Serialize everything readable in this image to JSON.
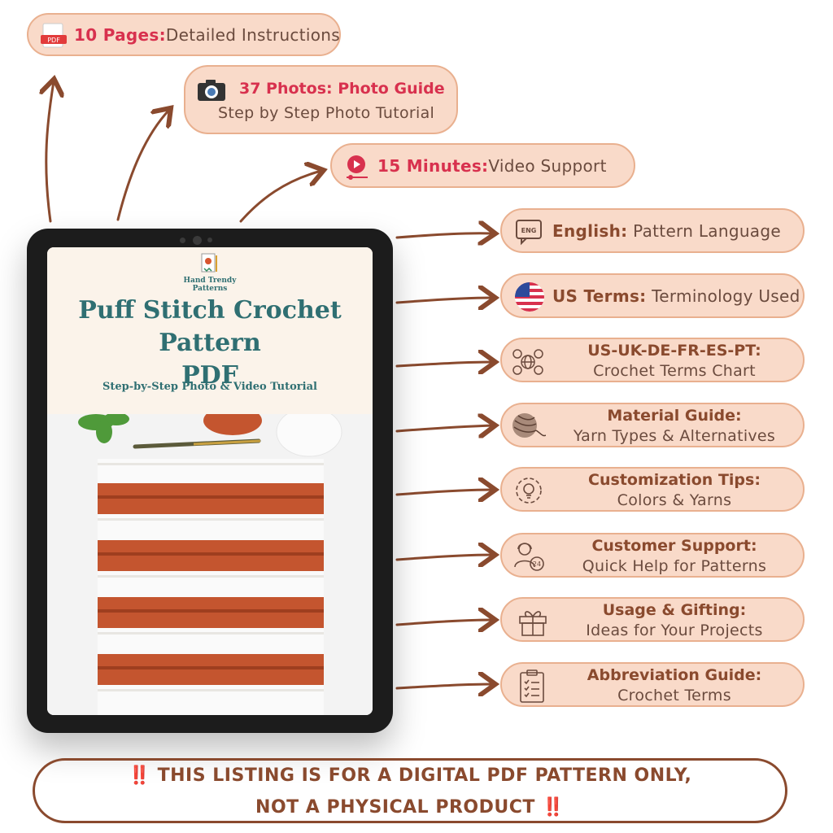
{
  "top_features": [
    {
      "bold": "10 Pages:",
      "text": "Detailed Instructions",
      "icon": "pdf-icon",
      "icon_label": "PDF"
    },
    {
      "bold": "37 Photos: Photo Guide",
      "text": "Step by Step Photo Tutorial",
      "icon": "camera-icon"
    },
    {
      "bold": "15 Minutes:",
      "text": "Video Support",
      "icon": "video-play-icon"
    }
  ],
  "features": [
    {
      "bold": "English:",
      "text": "Pattern Language",
      "icon": "language-icon",
      "icon_label": "ENG"
    },
    {
      "bold": "US Terms:",
      "text": "Terminology Used",
      "icon": "us-flag-icon"
    },
    {
      "title": "US-UK-DE-FR-ES-PT:",
      "subtitle": "Crochet Terms Chart",
      "icon": "globe-languages-icon"
    },
    {
      "title": "Material Guide:",
      "subtitle": "Yarn Types & Alternatives",
      "icon": "yarn-ball-icon"
    },
    {
      "title": "Customization Tips:",
      "subtitle": "Colors & Yarns",
      "icon": "lightbulb-gear-icon"
    },
    {
      "title": "Customer Support:",
      "subtitle": "Quick Help for Patterns",
      "icon": "support-24-icon",
      "icon_label": "24"
    },
    {
      "title": "Usage & Gifting:",
      "subtitle": "Ideas for Your Projects",
      "icon": "gift-icon"
    },
    {
      "title": "Abbreviation Guide:",
      "subtitle": "Crochet Terms",
      "icon": "clipboard-list-icon"
    }
  ],
  "cover": {
    "brand_line1": "Hand Trendy",
    "brand_line2": "Patterns",
    "title_line1": "Puff Stitch Crochet Pattern",
    "title_line2": "PDF",
    "subtitle": "Step-by-Step Photo & Video Tutorial"
  },
  "banner": {
    "line1": "‼️ THIS LISTING IS FOR A DIGITAL PDF PATTERN ONLY,",
    "line2": "NOT A PHYSICAL PRODUCT ‼️"
  },
  "colors": {
    "pill_bg": "#f9dac9",
    "pill_border": "#e9b08f",
    "accent_brown": "#8a4a2e",
    "accent_red": "#d8314e",
    "cover_teal": "#2f6f72",
    "yarn_orange": "#c4552f"
  }
}
